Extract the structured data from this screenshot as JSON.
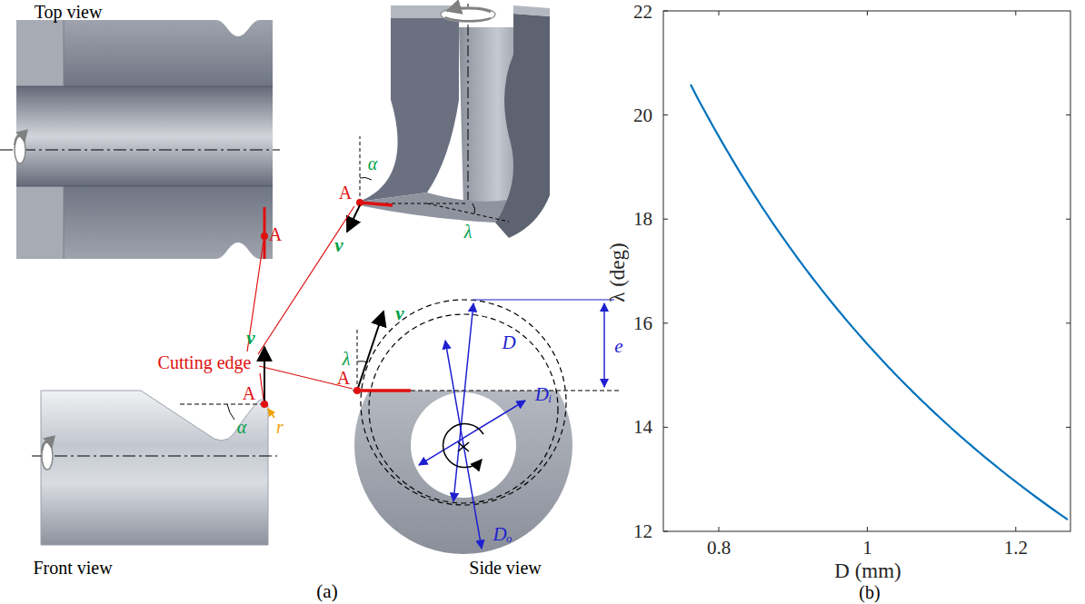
{
  "diagram": {
    "labels": [
      "Top view",
      "A",
      "A",
      "v",
      "α",
      "λ",
      "Cutting edge",
      "v",
      "λ",
      "D",
      "e",
      "A",
      "Dᵢ",
      "v",
      "A",
      "α",
      "r",
      "Dₒ",
      "Front view",
      "Side view",
      "(a)",
      "22",
      "20",
      "18",
      "16",
      "14",
      "12",
      "λ (deg)",
      "0.8",
      "1",
      "1.2",
      "D (mm)",
      "(b)"
    ]
  }
}
